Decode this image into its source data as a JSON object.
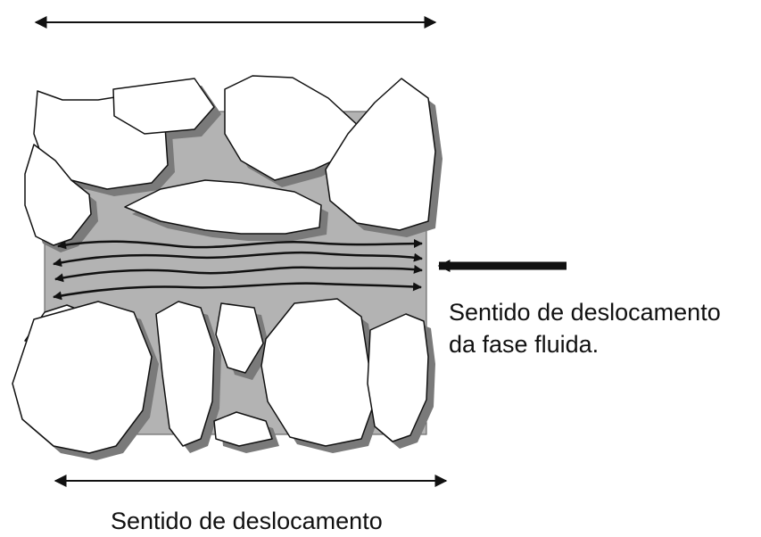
{
  "labels": {
    "fluid_direction_line1": "Sentido de deslocamento",
    "fluid_direction_line2": "da fase fluida.",
    "bottom_direction": "Sentido de deslocamento"
  },
  "colors": {
    "matrix": "#b3b3b3",
    "shadow": "#7a7a7a",
    "grain_fill": "#ffffff",
    "stroke": "#111111"
  },
  "icons": {
    "top_arrow": "double-headed-arrow",
    "bottom_arrow": "double-headed-arrow",
    "fluid_arrow": "left-arrow",
    "flow_lines": "double-headed-wavy-arrows"
  }
}
